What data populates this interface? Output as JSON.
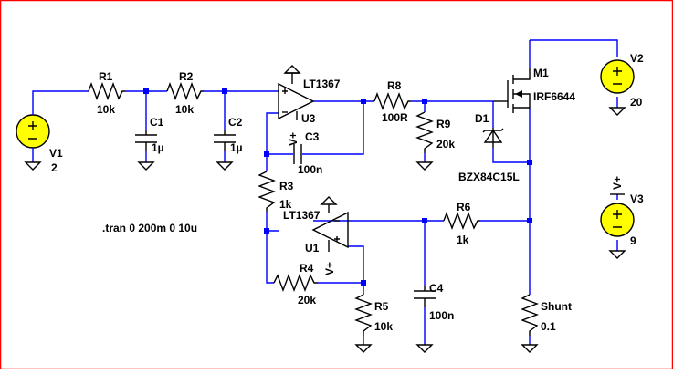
{
  "colors": {
    "wire": "#0000ff",
    "symbol": "#000000",
    "source_fill": "#ffff00",
    "border": "#ff0000",
    "background": "#ffffff"
  },
  "sources": {
    "v1": {
      "name": "V1",
      "value": "2"
    },
    "v2": {
      "name": "V2",
      "value": "20"
    },
    "v3": {
      "name": "V3",
      "value": "9"
    }
  },
  "resistors": {
    "r1": {
      "name": "R1",
      "value": "10k"
    },
    "r2": {
      "name": "R2",
      "value": "10k"
    },
    "r3": {
      "name": "R3",
      "value": "1k"
    },
    "r4": {
      "name": "R4",
      "value": "20k"
    },
    "r5": {
      "name": "R5",
      "value": "10k"
    },
    "r6": {
      "name": "R6",
      "value": "1k"
    },
    "r8": {
      "name": "R8",
      "value": "100R"
    },
    "r9": {
      "name": "R9",
      "value": "20k"
    },
    "shunt": {
      "name": "Shunt",
      "value": "0.1"
    }
  },
  "capacitors": {
    "c1": {
      "name": "C1",
      "value": "1µ"
    },
    "c2": {
      "name": "C2",
      "value": "1µ"
    },
    "c3": {
      "name": "C3",
      "value": "100n"
    },
    "c4": {
      "name": "C4",
      "value": "100n"
    }
  },
  "opamps": {
    "u3": {
      "name": "U3",
      "model": "LT1367",
      "supply": "V+"
    },
    "u1": {
      "name": "U1",
      "model": "LT1367",
      "supply": "V+"
    }
  },
  "mosfet": {
    "name": "M1",
    "model": "IRF6644"
  },
  "zener": {
    "name": "D1",
    "model": "BZX84C15L"
  },
  "supply_flag": "V+",
  "directive": ".tran 0 200m 0 10u"
}
